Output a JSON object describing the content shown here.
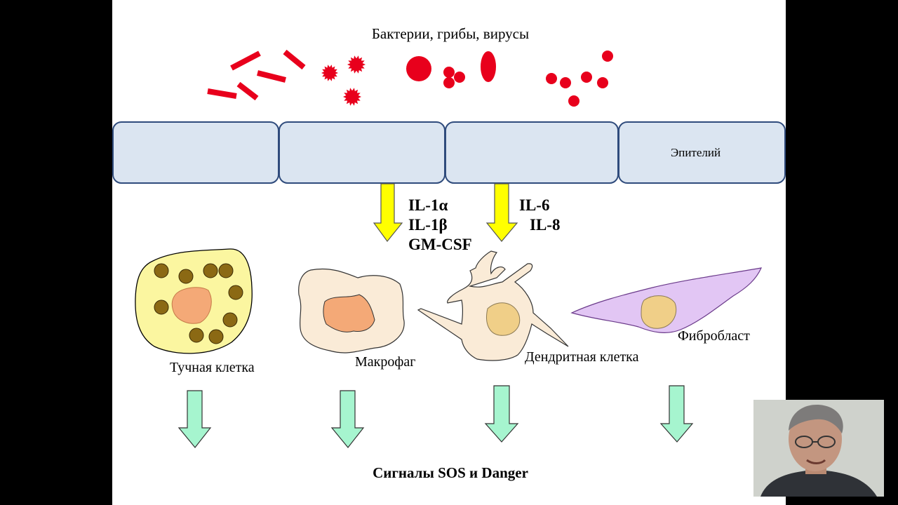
{
  "title": "Бактерии, грибы, вирусы",
  "epithelium_label": "Эпителий",
  "cytokines_left": [
    "IL-1α",
    "IL-1β",
    "GM-CSF"
  ],
  "cytokines_right": [
    "IL-6",
    "IL-8"
  ],
  "cells": {
    "mast": "Тучная клетка",
    "macrophage": "Макрофаг",
    "dendritic": "Дендритная клетка",
    "fibroblast": "Фибробласт"
  },
  "bottom_text": "Сигналы SOS и  Danger",
  "colors": {
    "pathogen": "#e8001c",
    "epithelium_fill": "#dbe5f1",
    "epithelium_border": "#2f4b7c",
    "yellow_arrow": "#ffff00",
    "green_arrow": "#a6f5cf",
    "mast_cell": "#fbf6a0",
    "granule": "#8b6914",
    "nucleus": "#f4a977",
    "macrophage": "#faebd7",
    "fibroblast": "#e2c6f4",
    "pale_nucleus": "#f0cf88"
  },
  "webcam": {
    "icon": "presenter-webcam"
  }
}
